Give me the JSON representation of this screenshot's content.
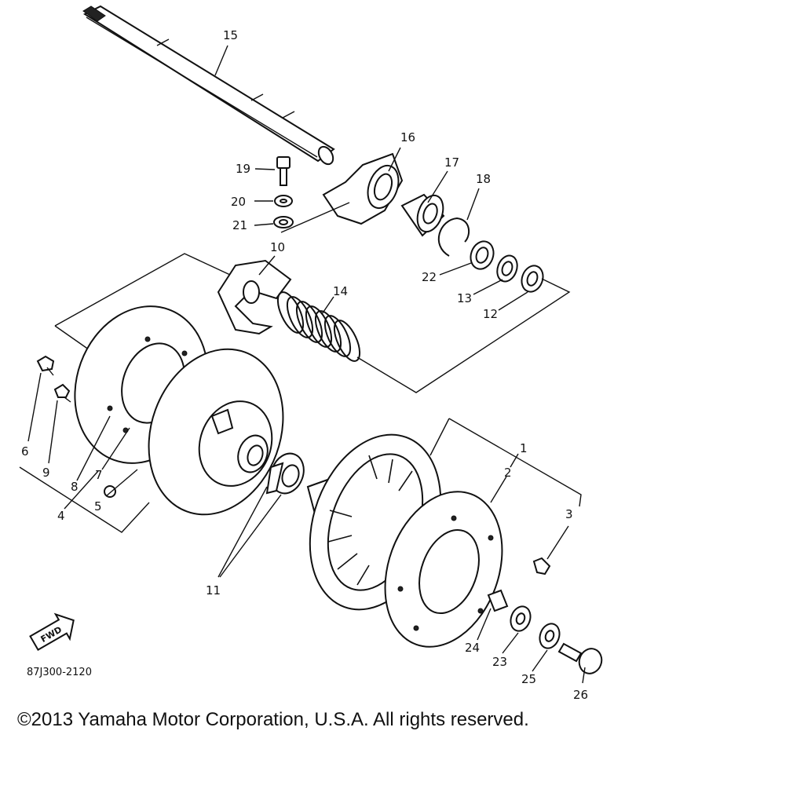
{
  "diagram": {
    "drawing_code": "87J300-2120",
    "direction_marker": "FWD",
    "callouts": [
      "1",
      "2",
      "3",
      "4",
      "5",
      "6",
      "7",
      "8",
      "9",
      "10",
      "11",
      "12",
      "13",
      "14",
      "15",
      "16",
      "17",
      "18",
      "19",
      "20",
      "21",
      "22",
      "23",
      "24",
      "25",
      "26"
    ]
  },
  "footer": {
    "copyright": "©2013 Yamaha Motor Corporation, U.S.A. All rights reserved."
  }
}
